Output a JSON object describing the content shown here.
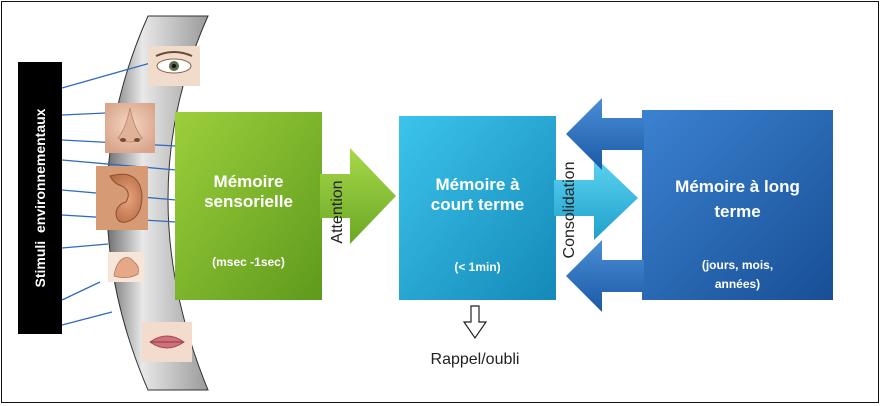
{
  "stimuli_label": "Stimuli  environnementaux",
  "senses": [
    "eye-icon",
    "nose-icon",
    "ear-icon",
    "hand-icon",
    "mouth-icon"
  ],
  "boxes": {
    "sensory": {
      "title_line1": "Mémoire",
      "title_line2": "sensorielle",
      "duration": "(msec -1sec)",
      "color": "#7cb22a"
    },
    "short_term": {
      "title_line1": "Mémoire à",
      "title_line2": "court terme",
      "duration": "(< 1min)",
      "color": "#1aa6cf"
    },
    "long_term": {
      "title_line1": "Mémoire à long",
      "title_line2": "terme",
      "duration_line1": "(jours, mois,",
      "duration_line2": "années)",
      "color": "#1f5fae"
    }
  },
  "arrows": {
    "attention": "Attention",
    "consolidation": "Consolidation",
    "recall": "Rappel/oubli"
  }
}
